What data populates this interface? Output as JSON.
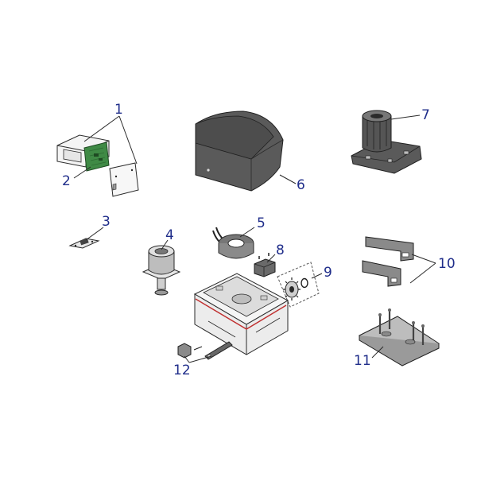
{
  "diagram": {
    "palette": {
      "callout_color": "#1f2d8a",
      "cover_color": "#555555",
      "board_green": "#3f8a45",
      "seal_red": "#c03030",
      "line_color": "#2a2a2a"
    },
    "callouts": [
      {
        "id": "1",
        "label": "1"
      },
      {
        "id": "2",
        "label": "2"
      },
      {
        "id": "3",
        "label": "3"
      },
      {
        "id": "4",
        "label": "4"
      },
      {
        "id": "5",
        "label": "5"
      },
      {
        "id": "6",
        "label": "6"
      },
      {
        "id": "7",
        "label": "7"
      },
      {
        "id": "8",
        "label": "8"
      },
      {
        "id": "9",
        "label": "9"
      },
      {
        "id": "10",
        "label": "10"
      },
      {
        "id": "11",
        "label": "11"
      },
      {
        "id": "12",
        "label": "12"
      }
    ]
  }
}
